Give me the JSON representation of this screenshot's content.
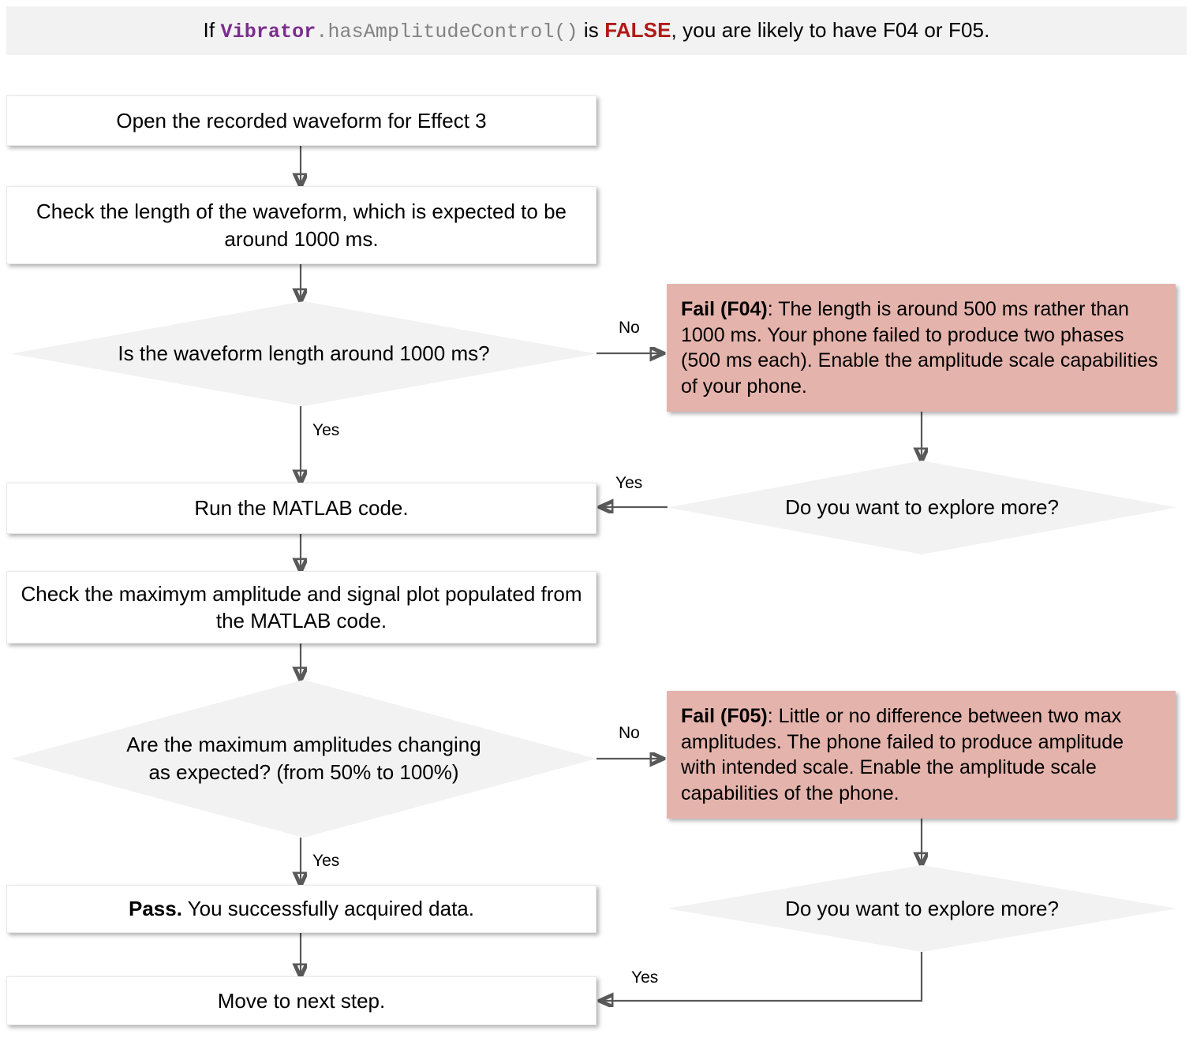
{
  "header": {
    "prefix": "If ",
    "code_class": "Vibrator",
    "code_method": ".hasAmplitudeControl()",
    "middle": " is ",
    "false_word": "FALSE",
    "suffix": ", you are likely to have F04 or F05.",
    "background": "#f2f2f2",
    "code_class_color": "#7b2d8e",
    "code_method_color": "#828282",
    "false_color": "#b11a16"
  },
  "colors": {
    "process_fill": "#ffffff",
    "decision_fill": "#f2f2f2",
    "fail_fill": "#e4b3ab",
    "connector": "#595959",
    "text": "#000000"
  },
  "nodes": {
    "open_waveform": {
      "type": "process",
      "text": "Open the recorded waveform for Effect 3"
    },
    "check_length": {
      "type": "process",
      "text": "Check the length of the waveform, which is expected to be around 1000 ms."
    },
    "decide_length": {
      "type": "decision",
      "text": "Is the waveform length around 1000 ms?"
    },
    "fail_f04": {
      "type": "fail",
      "code": "Fail (F04)",
      "separator": ": ",
      "text": "The length is around 500 ms rather than 1000 ms. Your phone failed to produce two phases (500 ms each). Enable the amplitude scale capabilities of your phone."
    },
    "explore_more_1": {
      "type": "decision",
      "text": "Do you want to explore more?"
    },
    "run_matlab": {
      "type": "process",
      "text": "Run the MATLAB code."
    },
    "check_amplitude": {
      "type": "process",
      "text": "Check the maximym amplitude and signal plot populated from the MATLAB code."
    },
    "decide_amplitude": {
      "type": "decision",
      "text": "Are the maximum amplitudes changing as expected? (from 50% to 100%)"
    },
    "fail_f05": {
      "type": "fail",
      "code": "Fail (F05)",
      "separator": ": ",
      "text": "Little or no difference between two max amplitudes. The phone failed to produce amplitude with intended scale. Enable the amplitude scale capabilities of the phone."
    },
    "explore_more_2": {
      "type": "decision",
      "text": "Do you want to explore more?"
    },
    "pass_result": {
      "type": "process",
      "bold_prefix": "Pass.",
      "text": " You successfully acquired data."
    },
    "next_step": {
      "type": "process",
      "text": "Move to next step."
    }
  },
  "edges": {
    "length_no": "No",
    "length_yes": "Yes",
    "explore1_yes": "Yes",
    "amplitude_no": "No",
    "amplitude_yes": "Yes",
    "explore2_yes": "Yes"
  }
}
